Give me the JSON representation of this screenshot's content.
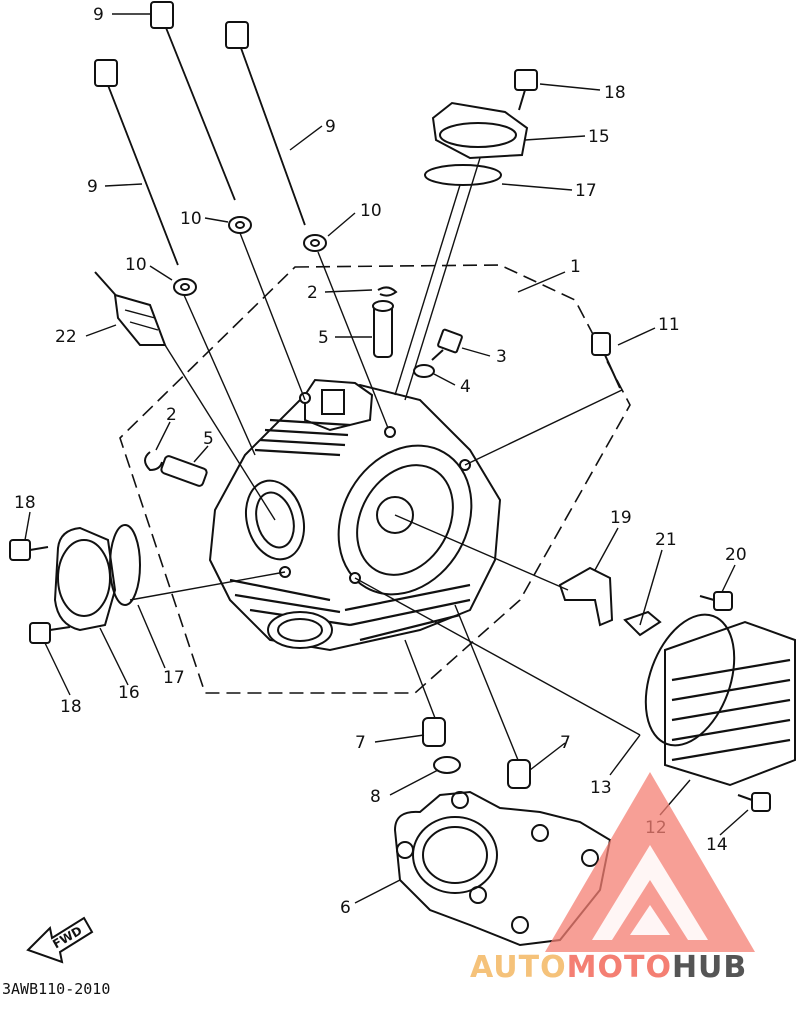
{
  "diagram": {
    "callouts": {
      "c1": "1",
      "c2a": "2",
      "c2b": "2",
      "c3": "3",
      "c4": "4",
      "c5a": "5",
      "c5b": "5",
      "c6": "6",
      "c7a": "7",
      "c7b": "7",
      "c8": "8",
      "c9a": "9",
      "c9b": "9",
      "c9c": "9",
      "c10a": "10",
      "c10b": "10",
      "c10c": "10",
      "c11": "11",
      "c12": "12",
      "c13": "13",
      "c14": "14",
      "c15": "15",
      "c16": "16",
      "c17a": "17",
      "c17b": "17",
      "c18a": "18",
      "c18b": "18",
      "c18c": "18",
      "c19": "19",
      "c20": "20",
      "c21": "21",
      "c22": "22"
    },
    "fwd_label": "FWD",
    "diagram_code": "3AWB110-2010"
  },
  "watermark": {
    "part1": "AUTO",
    "part2": "MOTO",
    "part3": "HUB",
    "color_auto": "#f5c27a",
    "color_moto": "#f47f73",
    "color_hub": "#555555"
  }
}
